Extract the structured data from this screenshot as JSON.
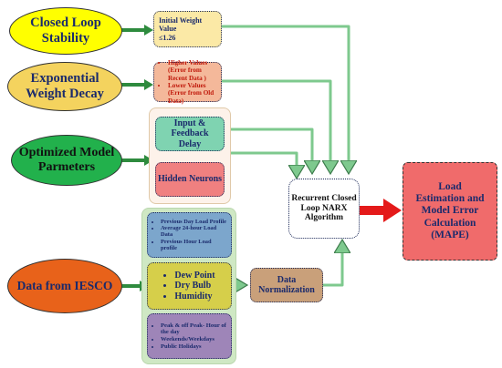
{
  "colors": {
    "yellow": "#ffff00",
    "gold": "#f4d35e",
    "green": "#22b14c",
    "orange": "#e8621a",
    "light_yellow": "#fbe9a6",
    "salmon": "#f4b89a",
    "teal_box": "#7fd3b1",
    "pink_box": "#f08080",
    "light_green_panel": "#cfe8c4",
    "blue_box": "#7ca6cc",
    "olive_box": "#d6cf4a",
    "purple_box": "#9e85b8",
    "tan_box": "#c9a07a",
    "load_box": "#f06b6b",
    "arrow_green": "#7ec98e",
    "arrow_red": "#e41a1a"
  },
  "inputs": {
    "closed_loop": "Closed Loop\nStability",
    "exp_decay": "Exponential\nWeight Decay",
    "optimized": "Optimized Model\nParmeters",
    "iesco": "Data from IESCO"
  },
  "params": {
    "initial_weight": "Initial Weight Value\n≤1.26",
    "higher_values": "Higher Values (Error from Recent Data )",
    "lower_values": "Lower Values (Error from Old Data)",
    "input_delay": "Input & Feedback\nDelay",
    "hidden_neurons": "Hidden Neurons"
  },
  "data_groups": {
    "load_items": [
      "Previous Day Load Profile",
      "Average 24-hour Load Data",
      "Previous Hour Load profile"
    ],
    "weather_items": [
      "Dew Point",
      "Dry Bulb",
      "Humidity"
    ],
    "time_items": [
      "Peak & off Peak- Hour of the day",
      "Weekends/Weekdays",
      "Public Holidays"
    ]
  },
  "process": {
    "normalization": "Data\nNormalization",
    "narx": "Recurrent Closed\nLoop NARX\nAlgorithm",
    "output": "Load\nEstimation and\nModel Error\nCalculation\n(MAPE)"
  }
}
